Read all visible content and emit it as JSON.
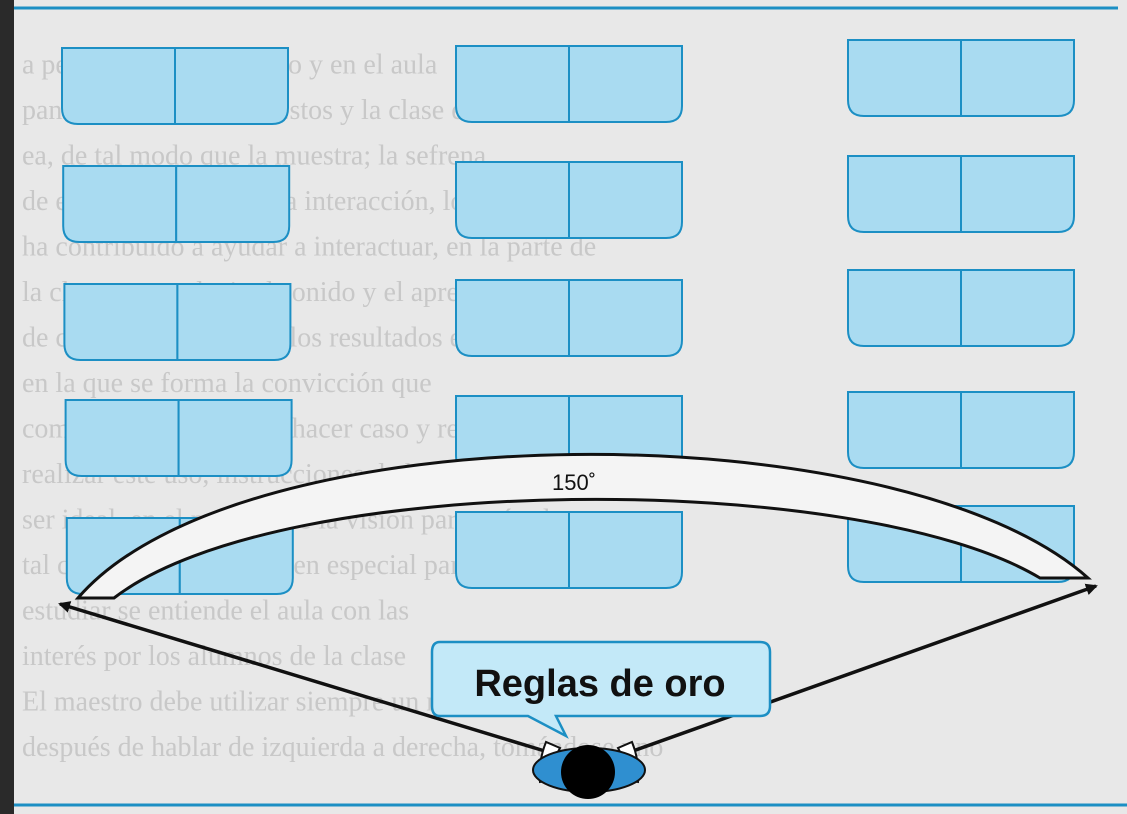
{
  "diagram": {
    "angle_label": "150˚",
    "bubble_text": "Reglas de oro",
    "background_lines": [
      "",
      "a personas, como Tronco y en el aula",
      "pantal; de rodillas que estos y la clase en frente",
      "ea, de tal modo que la muestra; la sefrena",
      "de ellos, por medio de la interacción, lo que el alumno",
      "ha contribuido a ayudar a interactuar, en la parte de",
      "la clase para reducir el sonido y el aprendizaje de",
      "de ciertos estudiantes y los resultados esperados",
      "en la que se forma la convicción que",
      "compartir en el aula sin hacer caso y resistir",
      "realizar este uso, instrucciones de la atención para",
      "ser ideal, en el proceso de la visión parecería el",
      "tal caso, es la maestra y en especial para",
      "estudiar se entiende el aula con las",
      "interés por los alumnos de la clase",
      "El maestro debe utilizar siempre un método de manera que justo",
      "después de hablar de izquierda a derecha, tomándose uno"
    ],
    "colors": {
      "desk_fill": "#a9dbf1",
      "desk_stroke": "#1c8fc4",
      "bubble_fill": "#c3e9f8",
      "bubble_stroke": "#1c8fc4",
      "arc_fill": "#f4f4f4",
      "line_color": "#111111",
      "frame_color": "#1c8fc4"
    },
    "desk_grid": {
      "columns": 3,
      "rows": 5
    }
  }
}
